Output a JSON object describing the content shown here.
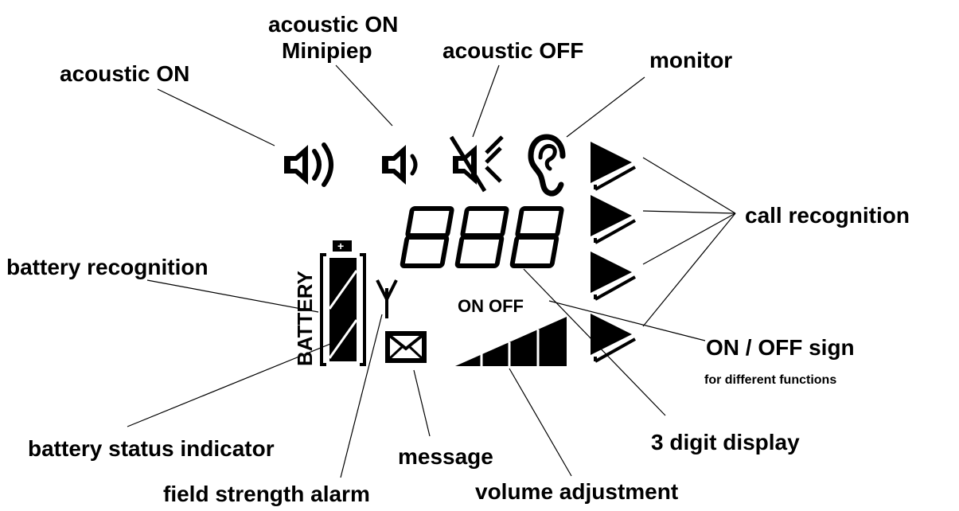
{
  "labels": {
    "acoustic_on": "acoustic ON",
    "acoustic_on_minipiep_line1": "acoustic ON",
    "acoustic_on_minipiep_line2": "Minipiep",
    "acoustic_off": "acoustic OFF",
    "monitor": "monitor",
    "call_recognition": "call recognition",
    "battery_recognition": "battery recognition",
    "on_off_sign": "ON / OFF sign",
    "on_off_sign_sub": "for different functions",
    "battery_status_indicator": "battery status indicator",
    "message": "message",
    "three_digit_display": "3 digit display",
    "field_strength_alarm": "field strength alarm",
    "volume_adjustment": "volume adjustment"
  },
  "lcd": {
    "battery_word": "BATTERY",
    "battery_plus": "+",
    "on_text": "ON",
    "off_text": "OFF",
    "digits": "888"
  },
  "icons": {
    "speaker_full": "speaker-loud-icon",
    "speaker_mini": "speaker-soft-icon",
    "speaker_muted": "speaker-muted-icon",
    "ear": "ear-icon",
    "triangle": "call-triangle-icon",
    "antenna": "antenna-icon",
    "envelope": "envelope-icon",
    "volume_bars": "volume-bars-icon",
    "battery": "battery-icon"
  },
  "colors": {
    "ink": "#000000",
    "background": "#ffffff"
  }
}
